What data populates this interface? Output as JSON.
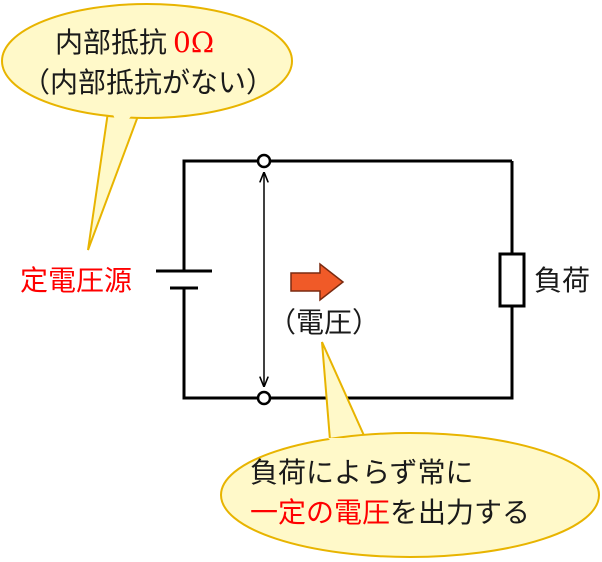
{
  "colors": {
    "bubble_fill": "#fff9c9",
    "bubble_stroke": "#e8b400",
    "wire": "#000000",
    "text": "#1a1a1a",
    "highlight": "#ff0000",
    "arrow_fill": "#f05a28",
    "arrow_stroke": "#7a2a10"
  },
  "callout_top": {
    "line1_prefix": "内部抵抗",
    "line1_value": "0Ω",
    "line2": "（内部抵抗がない）"
  },
  "source_label": "定電圧源",
  "voltage_label": "（電圧）",
  "load_label": "負荷",
  "callout_bottom": {
    "line1": "負荷によらず常に",
    "line2_highlight": "一定の電圧",
    "line2_rest": "を出力する"
  },
  "icons": [
    "voltage-arrow-icon",
    "battery-symbol-icon",
    "resistor-symbol-icon"
  ]
}
